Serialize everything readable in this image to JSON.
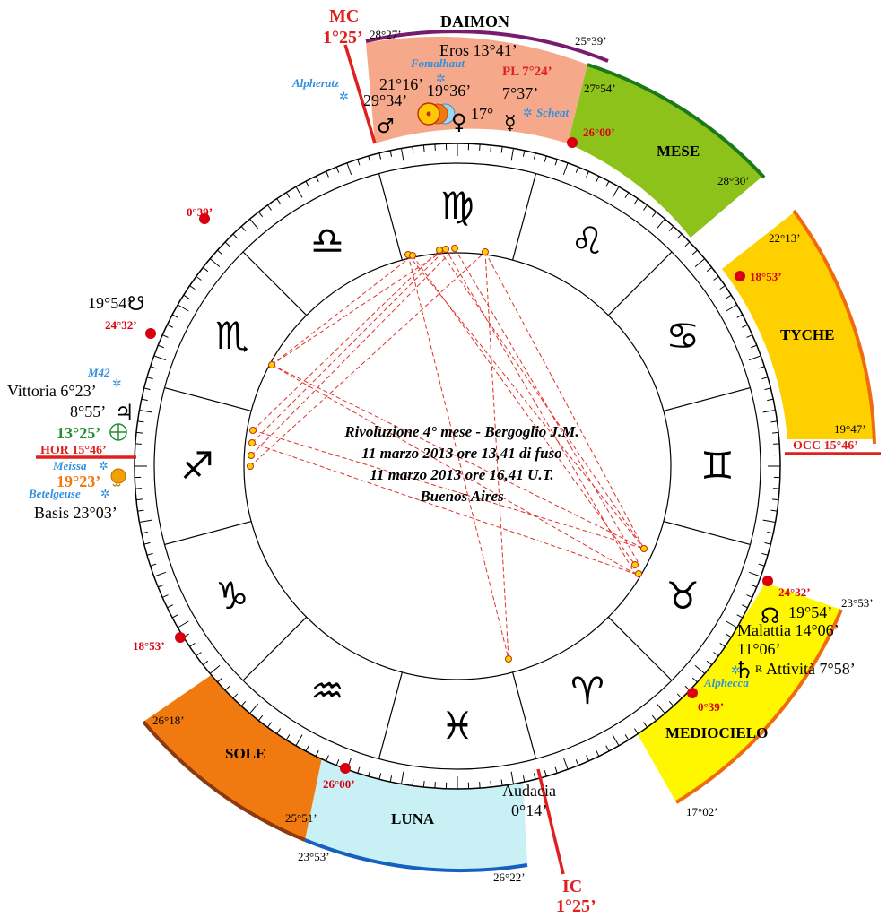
{
  "center_text": {
    "line1": "Rivoluzione 4° mese - Bergoglio J.M.",
    "line2": "11 marzo 2013 ore 13,41 di fuso",
    "line3": "11 marzo 2013 ore 16,41 U.T.",
    "line4": "Buenos Aires"
  },
  "axes": {
    "mc_label": "MC",
    "mc_degree": "1°25’",
    "ic_label": "IC",
    "ic_degree": "1°25’",
    "hor_label": "HOR 15°46’",
    "occ_label": "OCC 15°46’"
  },
  "signs": [
    {
      "name": "virgo",
      "glyph": "♍"
    },
    {
      "name": "leo",
      "glyph": "♌"
    },
    {
      "name": "cancer",
      "glyph": "♋"
    },
    {
      "name": "gemini",
      "glyph": "♊"
    },
    {
      "name": "taurus",
      "glyph": "♉"
    },
    {
      "name": "aries",
      "glyph": "♈"
    },
    {
      "name": "pisces",
      "glyph": "♓"
    },
    {
      "name": "aquarius",
      "glyph": "♒"
    },
    {
      "name": "capricorn",
      "glyph": "♑"
    },
    {
      "name": "sagittarius",
      "glyph": "♐"
    },
    {
      "name": "scorpio",
      "glyph": "♏"
    },
    {
      "name": "libra",
      "glyph": "♎"
    }
  ],
  "places": {
    "daimon": {
      "name": "DAIMON",
      "start": "28°27’",
      "end": "25°39’"
    },
    "mese": {
      "name": "MESE",
      "start": "27°54’",
      "end": "28°30’"
    },
    "tyche": {
      "name": "TYCHE",
      "start": "22°13’",
      "end": "19°47’"
    },
    "mediocielo": {
      "name": "MEDIOCIELO",
      "start": "23°53’",
      "end": "17°02’"
    },
    "luna": {
      "name": "LUNA",
      "start": "23°53’",
      "end": "26°22’"
    },
    "sole": {
      "name": "SOLE",
      "start": "26°18’",
      "end": "25°51’"
    }
  },
  "cusp_markers": [
    "26°00’",
    "18°53’",
    "24°32’",
    "0°39’",
    "26°00’",
    "18°53’",
    "24°32’",
    "0°39’"
  ],
  "daimon_contents": {
    "eros": "Eros 13°41’",
    "fomalhaut": "Fomalhaut",
    "pl": "PL 7°24’",
    "alpheratz": "Alpheratz",
    "mars_deg": "29°34’",
    "sun_deg": "21°16’",
    "moon_deg": "19°36’",
    "venus_deg": "17°",
    "mercury_deg": "7°37’",
    "scheat": "Scheat",
    "mars_glyph": "♂",
    "venus_glyph": "♀",
    "mercury_glyph": "☿"
  },
  "left_contents": {
    "south_node": "19°54’",
    "south_node_glyph": "☋",
    "m42": "M42",
    "vittoria": "Vittoria 6°23’",
    "jupiter_deg": "8°55’",
    "jupiter_glyph": "♃",
    "earth_deg": "13°25’",
    "meissa": "Meissa",
    "lunar_deg": "19°23’",
    "betelgeuse": "Betelgeuse",
    "basis": "Basis 23°03’"
  },
  "right_contents": {
    "north_node": "19°54’",
    "north_node_glyph": "☊",
    "malattia": "Malattia 14°06’",
    "saturn_deg": "11°06’",
    "saturn_glyph": "♄",
    "retro": "R",
    "attivita": "Attività 7°58’",
    "alphecca": "Alphecca",
    "audacia": "Audacia",
    "audacia_deg": "0°14’"
  },
  "star_glyph": "✲",
  "colors": {
    "daimon": "#F6A98A",
    "mese": "#8CC21A",
    "tyche": "#FFD000",
    "mediocielo": "#FFF700",
    "luna": "#C8F0F5",
    "sole": "#F07A10",
    "axis": "#E0201F",
    "aspect": "#E0302A",
    "star": "#2E90E0",
    "marker": "#D80010",
    "green": "#1F8F2F",
    "orange_text": "#F07A10"
  }
}
